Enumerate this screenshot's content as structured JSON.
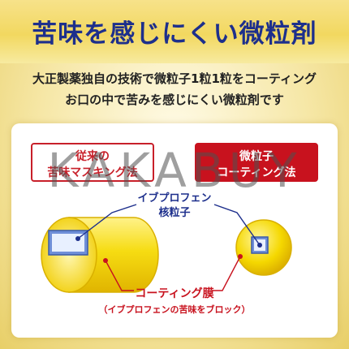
{
  "header": {
    "title": "苦味を感じにくい微粒剤"
  },
  "description": {
    "line1": "大正製薬独自の技術で微粒子1粒1粒をコーティング",
    "line2": "お口の中で苦みを感じにくい微粒剤です"
  },
  "comparison": {
    "conventional": {
      "line1": "従来の",
      "line2": "苦味マスキング法"
    },
    "new_method": {
      "line1": "微粒子",
      "line2": "コーティング法"
    }
  },
  "watermark": "KAKABUY",
  "diagram": {
    "core_label_line1": "イブプロフェン",
    "core_label_line2": "核粒子",
    "coating_label": "コーティング膜",
    "coating_sublabel": "（イブプロフェンの苦味をブロック）"
  },
  "colors": {
    "title_blue": "#1d2f8c",
    "accent_red": "#c8121e",
    "capsule_yellow": "#f5d800"
  }
}
